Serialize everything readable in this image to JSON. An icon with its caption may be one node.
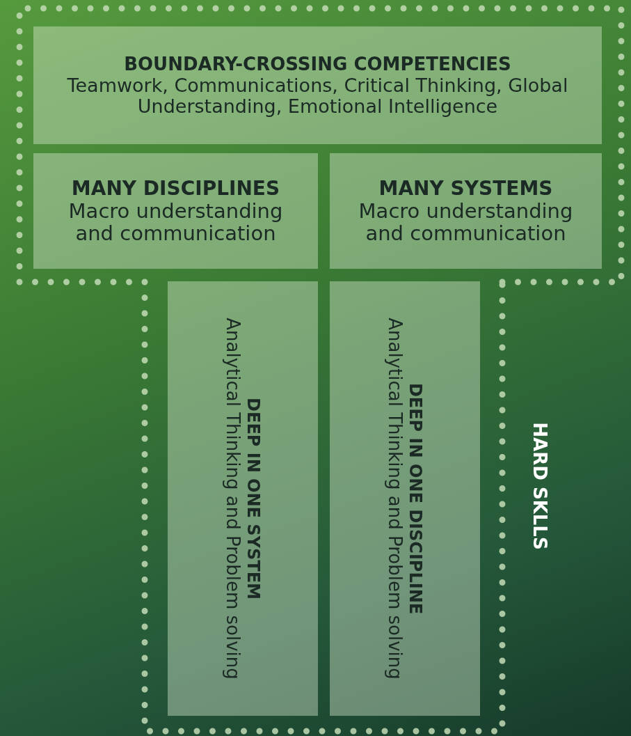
{
  "diagram": {
    "nodes": [
      {
        "text": [
          "BOUNDARY-CROSSING COMPETENCIES",
          "Teamwork, Communications, Critical Thinking, Global Understanding, Emotional Intelligence"
        ]
      },
      {
        "text": [
          "MANY DISCIPLINES",
          "Macro understanding and communication"
        ]
      },
      {
        "text": [
          "MANY SYSTEMS",
          "Macro understanding and communication"
        ]
      },
      {
        "text": [
          "DEEP IN ONE SYSTEM",
          "Analytical Thinking and Problem solving"
        ]
      },
      {
        "text": [
          "DEEP IN ONE DISCIPLINE",
          "Analytical Thinking and Problem solving"
        ]
      }
    ],
    "labels": [
      "HARD SKLLS"
    ]
  }
}
